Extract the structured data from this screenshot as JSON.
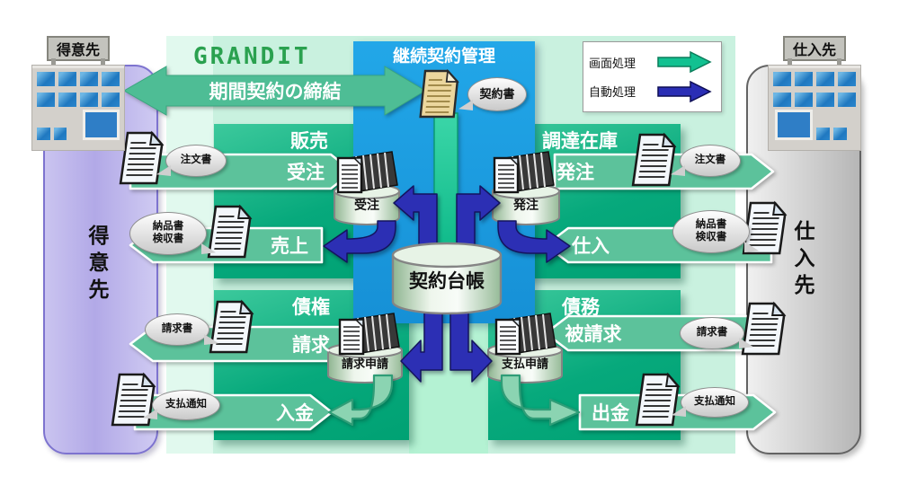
{
  "brand": {
    "logo": "GRANDIT"
  },
  "legend": {
    "screen_label": "画面処理",
    "auto_label": "自動処理"
  },
  "contract": {
    "panel_title": "継続契約管理",
    "doc_bubble": "契約書",
    "period_arrow": "期間契約の締結",
    "ledger_db": "契約台帳"
  },
  "customer": {
    "sign": "得意先",
    "side_label": "得意先",
    "bubbles": {
      "order": "注文書",
      "delivery_l1": "納品書",
      "delivery_l2": "検収書",
      "invoice": "請求書",
      "payment_notice": "支払通知"
    }
  },
  "supplier": {
    "sign": "仕入先",
    "side_label": "仕入先",
    "bubbles": {
      "order": "注文書",
      "delivery_l1": "納品書",
      "delivery_l2": "検収書",
      "invoice": "請求書",
      "payment_notice": "支払通知"
    }
  },
  "panels": {
    "sales": {
      "title": "販売",
      "order_bar": "受注",
      "sales_bar": "売上"
    },
    "procurement": {
      "title": "調達在庫",
      "po_bar": "発注",
      "purchase_bar": "仕入"
    },
    "receivable": {
      "title": "債権",
      "invoice_bar": "請求",
      "deposit_bar": "入金"
    },
    "payable": {
      "title": "債務",
      "billed_bar": "被請求",
      "withdraw_bar": "出金"
    }
  },
  "databases": {
    "order": "受注",
    "po": "発注",
    "billing_request": "請求申請",
    "payment_request": "支払申請"
  },
  "colors": {
    "panel_green": "#00a776",
    "mint": "#c9f1df",
    "blue_panel": "#1b9bdf",
    "process_bar_green": "#5cc29b",
    "arrow_blue": "#2c2fb4",
    "arrow_green": "#14c092",
    "customer_purple": "#b2a9e7",
    "supplier_gray": "#c9c9c9",
    "logo_green": "#2aa14f"
  }
}
